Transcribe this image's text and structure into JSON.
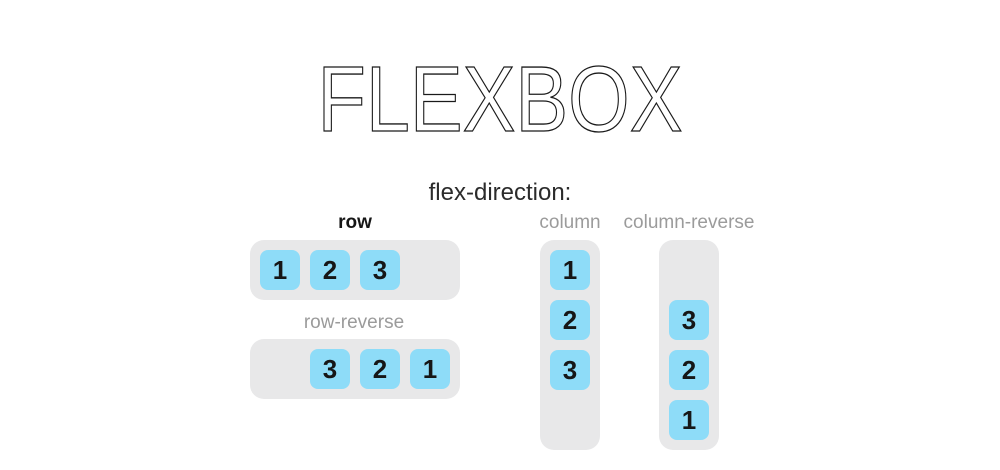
{
  "page": {
    "title": "FLEXBOX",
    "subtitle": "flex-direction:"
  },
  "colors": {
    "page-bg": "#ffffff",
    "title-color": "#1a1a1a",
    "heading-color": "#2b2b2b",
    "label-active": "#161616",
    "label-muted": "#9b9b9b",
    "container-bg": "#e8e8e9",
    "item-bg": "#8edcf8",
    "item-text": "#161616"
  },
  "demos": [
    {
      "direction": "row",
      "label": "row",
      "highlighted": true,
      "items": [
        "1",
        "2",
        "3"
      ]
    },
    {
      "direction": "row-reverse",
      "label": "row-reverse",
      "highlighted": false,
      "items": [
        "1",
        "2",
        "3"
      ]
    },
    {
      "direction": "column",
      "label": "column",
      "highlighted": false,
      "items": [
        "1",
        "2",
        "3"
      ]
    },
    {
      "direction": "column-reverse",
      "label": "column-reverse",
      "highlighted": false,
      "items": [
        "1",
        "2",
        "3"
      ]
    }
  ]
}
